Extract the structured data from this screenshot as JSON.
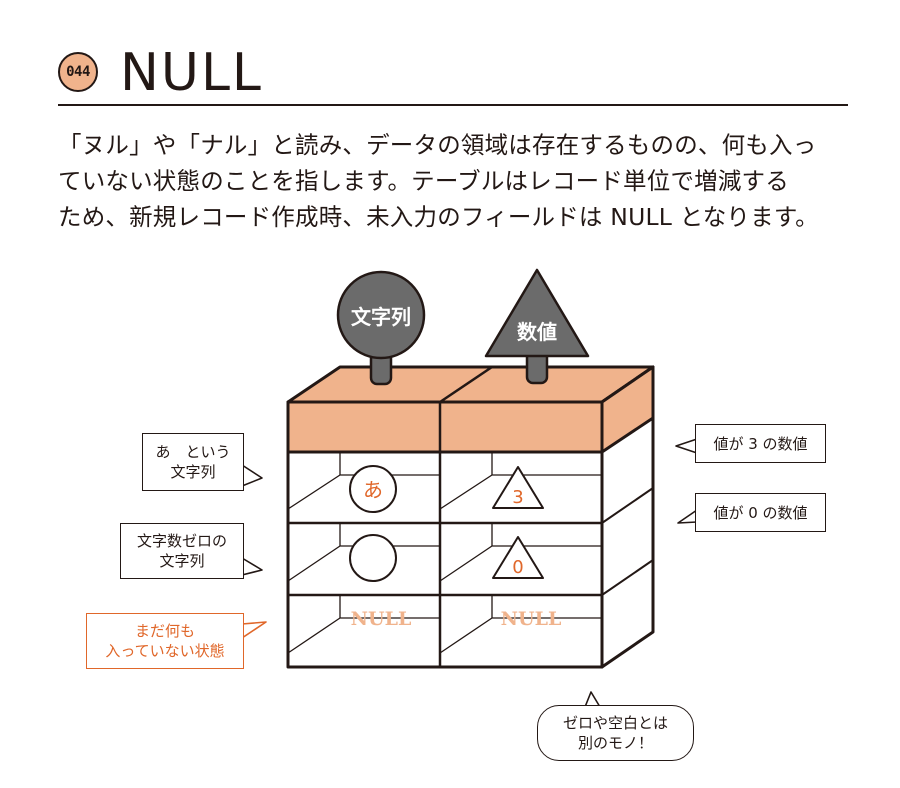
{
  "header": {
    "number": "044",
    "title": "NULL"
  },
  "description": {
    "lines": [
      "「ヌル」や「ナル」と読み、データの領域は存在するものの、何も入っ",
      "ていない状態のことを指します。テーブルはレコード単位で増減する",
      "ため、新規レコード作成時、未入力のフィールドは NULL となります。"
    ]
  },
  "diagram": {
    "column_types": {
      "string": "文字列",
      "number": "数値"
    },
    "cells": {
      "row1_char": "あ",
      "row1_number": "3",
      "row2_number": "0",
      "row3_col1": "NULL",
      "row3_col2": "NULL"
    },
    "callouts": {
      "string_a_line1": "あ　という",
      "string_a_line2": "文字列",
      "empty_string_line1": "文字数ゼロの",
      "empty_string_line2": "文字列",
      "null_line1": "まだ何も",
      "null_line2": "入っていない状態",
      "number_3": "値が 3 の数値",
      "number_0": "値が 0 の数値",
      "note_line1": "ゼロや空白とは",
      "note_line2": "別のモノ！"
    },
    "colors": {
      "accent": "#e0672a",
      "header_fill": "#f0b38c",
      "null_text": "#f0b38c",
      "ink": "#231815",
      "sign_fill": "#6b6b6b"
    }
  }
}
